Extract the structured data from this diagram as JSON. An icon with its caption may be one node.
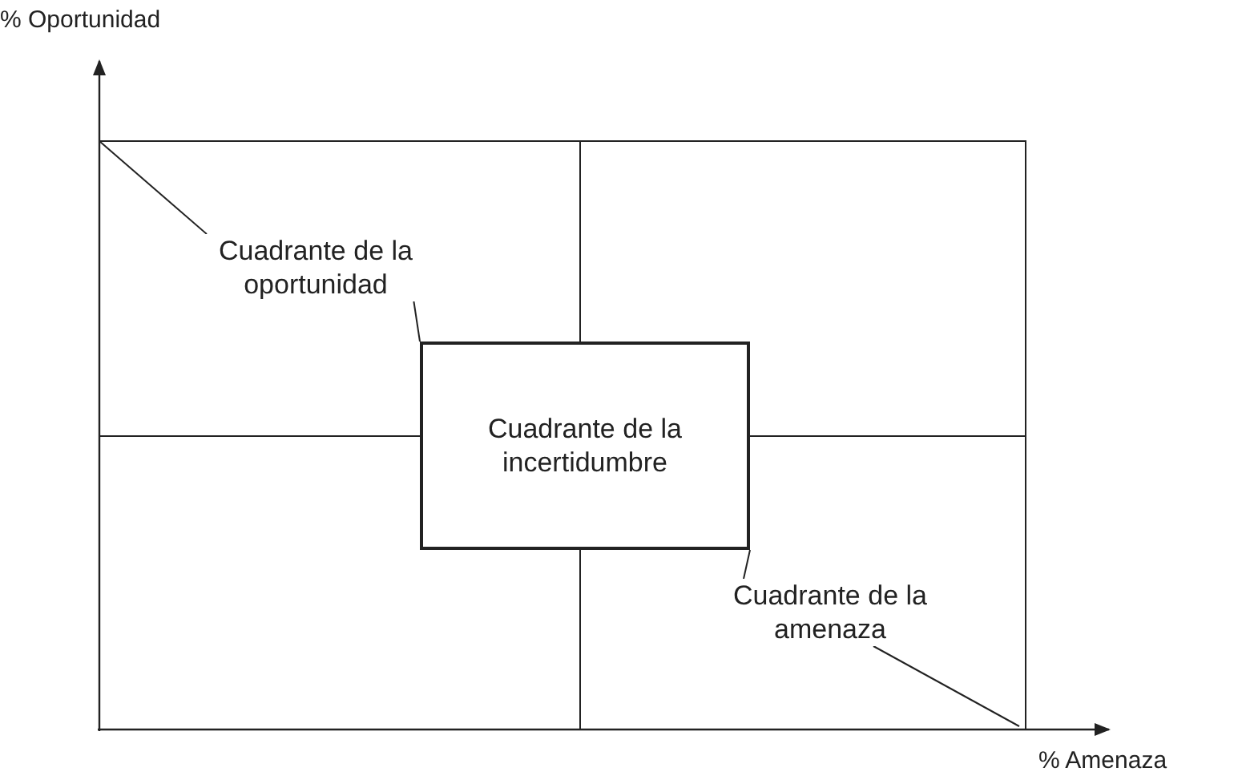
{
  "diagram": {
    "nodes": [
      {
        "text": [
          "Cuadrante de la oportunidad"
        ]
      },
      {
        "text": [
          "Cuadrante de la incertidumbre"
        ]
      },
      {
        "text": [
          "Cuadrante de la amenaza"
        ]
      }
    ],
    "edges": [
      {
        "from": 0,
        "to": null,
        "arrow": "none"
      },
      {
        "from": 0,
        "to": 1,
        "arrow": "none"
      },
      {
        "from": 1,
        "to": 2,
        "arrow": "none"
      },
      {
        "from": 2,
        "to": null,
        "arrow": "none"
      }
    ],
    "labels": [
      "% Oportunidad",
      "% Amenaza"
    ]
  }
}
